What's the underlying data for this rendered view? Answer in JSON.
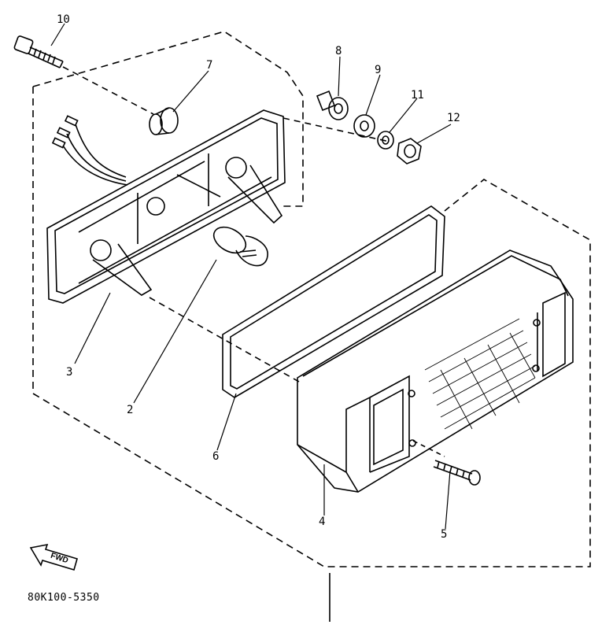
{
  "callouts": {
    "c1": "10",
    "c2": "7",
    "c3": "8",
    "c4": "9",
    "c5": "11",
    "c6": "12",
    "c7": "3",
    "c8": "2",
    "c9": "6",
    "c10": "4",
    "c11": "5"
  },
  "fwd_label": "FWD",
  "diagram_code": "80K100-5350"
}
